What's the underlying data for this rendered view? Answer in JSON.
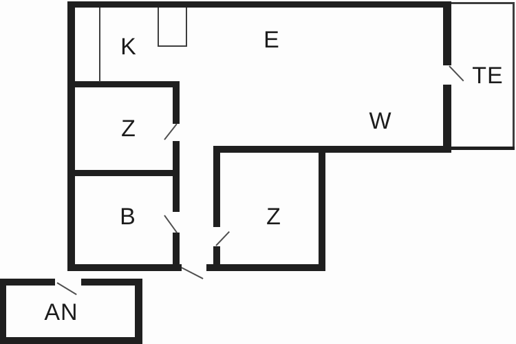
{
  "title": "floor-plan",
  "colors": {
    "background": "#fdfdfd",
    "wall": "#1f1f1f",
    "thin_line": "#3d3d3d",
    "door_line": "#4f4f4f",
    "label": "#1c1c1c"
  },
  "rooms": {
    "k": {
      "label": "K"
    },
    "e": {
      "label": "E"
    },
    "te": {
      "label": "TE"
    },
    "z_upper": {
      "label": "Z"
    },
    "w": {
      "label": "W"
    },
    "b": {
      "label": "B"
    },
    "z_lower": {
      "label": "Z"
    },
    "an": {
      "label": "AN"
    }
  }
}
